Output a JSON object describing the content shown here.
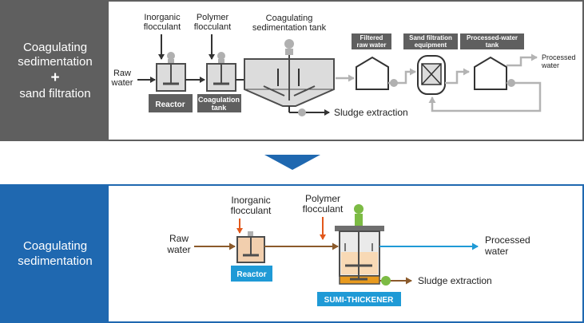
{
  "top": {
    "side_line1": "Coagulating",
    "side_line2": "sedimentation",
    "side_plus": "+",
    "side_line3": "sand filtration",
    "raw_water_1": "Raw",
    "raw_water_2": "water",
    "inorganic_1": "Inorganic",
    "inorganic_2": "flocculant",
    "polymer_1": "Polymer",
    "polymer_2": "flocculant",
    "tank_1": "Coagulating",
    "tank_2": "sedimentation tank",
    "reactor": "Reactor",
    "coag_tank_1": "Coagulation",
    "coag_tank_2": "tank",
    "filtered_1": "Filtered",
    "filtered_2": "raw water",
    "sand_1": "Sand filtration",
    "sand_2": "equipment",
    "processed_tank_1": "Processed-water",
    "processed_tank_2": "tank",
    "processed_1": "Processed",
    "processed_2": "water",
    "sludge": "Sludge extraction"
  },
  "bottom": {
    "side_line1": "Coagulating",
    "side_line2": "sedimentation",
    "raw_water_1": "Raw",
    "raw_water_2": "water",
    "inorganic_1": "Inorganic",
    "inorganic_2": "flocculant",
    "polymer_1": "Polymer",
    "polymer_2": "flocculant",
    "reactor": "Reactor",
    "thickener": "SUMI-THICKENER",
    "processed_1": "Processed",
    "processed_2": "water",
    "sludge": "Sludge extraction"
  },
  "colors": {
    "top_accent": "#5f5f5f",
    "bottom_accent": "#1f68b0",
    "flow_brown": "#8b5a2b",
    "flow_blue": "#1f9ad6",
    "flocculant_orange": "#e2581b",
    "motor_green": "#7cbb44",
    "sludge_orange": "#e89a1f"
  }
}
